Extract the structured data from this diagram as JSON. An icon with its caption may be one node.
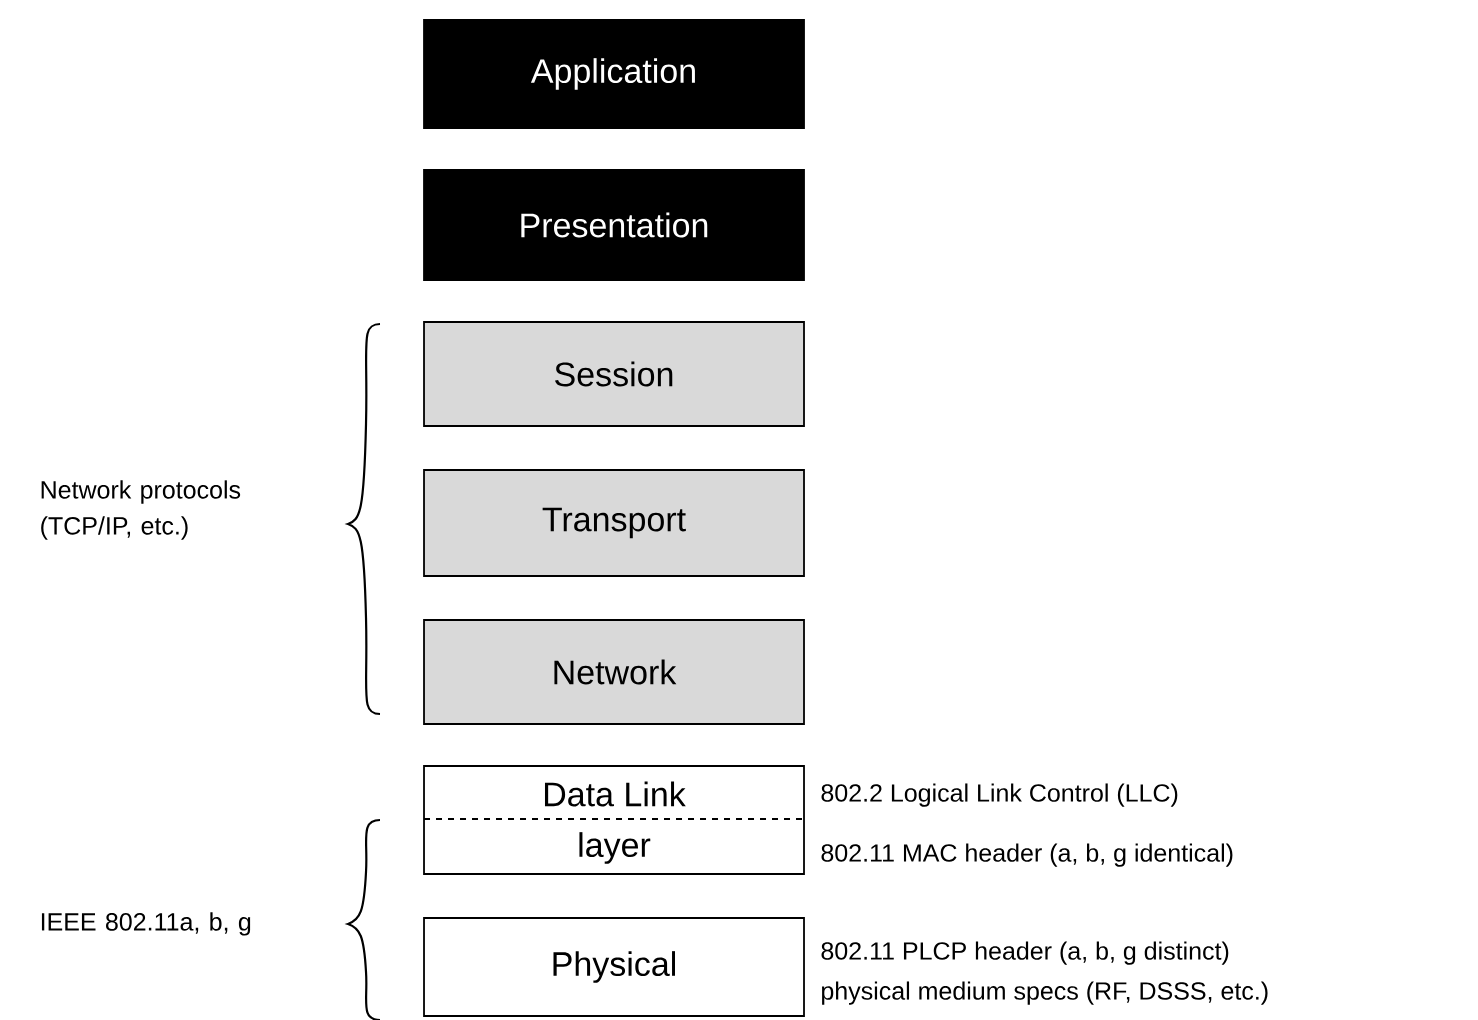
{
  "diagram": {
    "nodes": [
      {
        "text": [
          "Application"
        ]
      },
      {
        "text": [
          "Presentation"
        ]
      },
      {
        "text": [
          "Session"
        ]
      },
      {
        "text": [
          "Transport"
        ]
      },
      {
        "text": [
          "Network"
        ]
      },
      {
        "text": [
          "Data Link",
          "layer"
        ],
        "beside": [
          "802.2   Logical Link Control (LLC)",
          "802.11 MAC header (a, b, g identical)"
        ]
      },
      {
        "text": [
          "Physical"
        ],
        "beside": [
          "802.11 PLCP header (a, b, g distinct)",
          "physical medium specs (RF, DSSS, etc.)"
        ]
      }
    ],
    "labels": [
      "Network protocols (TCP/IP, etc.)",
      "IEEE 802.11a, b, g"
    ]
  }
}
